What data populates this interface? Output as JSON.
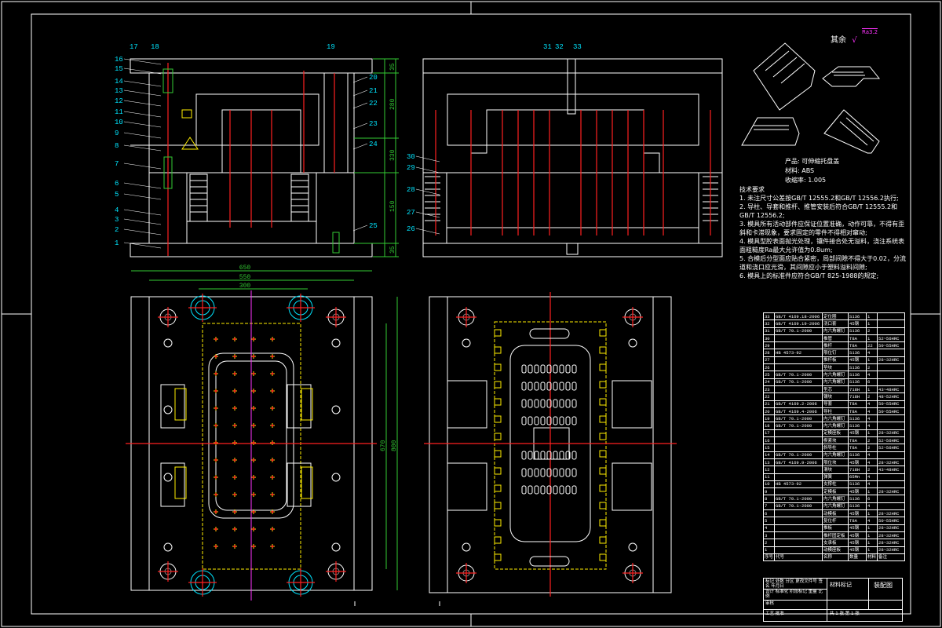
{
  "labels": {
    "left_section": [
      "17",
      "18",
      "19",
      "16",
      "15",
      "14",
      "13",
      "12",
      "11",
      "10",
      "9",
      "8",
      "7",
      "6",
      "5",
      "4",
      "3",
      "2",
      "1",
      "20",
      "21",
      "22",
      "23",
      "24",
      "25"
    ],
    "right_section": [
      "31",
      "32",
      "33",
      "30",
      "29",
      "28",
      "27",
      "26"
    ]
  },
  "dimensions": {
    "section_right": [
      "35",
      "280",
      "330",
      "150",
      "35"
    ],
    "plan_top": [
      "650",
      "550",
      "300"
    ],
    "plan_side": [
      "670",
      "800"
    ]
  },
  "roughness": {
    "label": "其余",
    "value": "Ra3.2"
  },
  "product": {
    "name": "产品: 可伸缩托盘盖",
    "material": "材料: ABS",
    "shrinkage": "收缩率: 1.005"
  },
  "notes": {
    "title": "技术要求",
    "items": [
      "1. 未注尺寸公差按GB/T 12555.2和GB/T 12556.2执行;",
      "2. 导柱、导套和推杆、推管安装后符合GB/T 12555.2和GB/T 12556.2;",
      "3. 模具所有活动部件应保证位置准确，动作可靠，不得有歪斜和卡滞现象，要求固定的零件不得相对窜动;",
      "4. 模具型腔表面抛光处理，镶件接合处无溢料，浇注系统表面粗糙度Ra最大允许值为0.8um;",
      "5. 合模后分型面应贴合紧密，局部间隙不得大于0.02，分流道和浇口应光滑，其间隙应小于塑料溢料间隙;",
      "6. 模具上的标准件应符合GB/T 825-1988的规定;"
    ]
  },
  "parts_list": {
    "rows": [
      [
        "33",
        "GB/T 4169.18-2006",
        "定位圈",
        "S136",
        "1",
        ""
      ],
      [
        "32",
        "GB/T 4169.19-2006",
        "浇口套",
        "45钢",
        "1",
        ""
      ],
      [
        "31",
        "GB/T 70.1-2000",
        "内六角螺钉",
        "S136",
        "2",
        ""
      ],
      [
        "30",
        "",
        "推管",
        "T8A",
        "1",
        "52~56HRC"
      ],
      [
        "29",
        "",
        "推杆",
        "T8A",
        "22",
        "50~55HRC"
      ],
      [
        "28",
        "HB 4573-92",
        "限位钉",
        "S136",
        "4",
        ""
      ],
      [
        "27",
        "",
        "推杆板",
        "45钢",
        "1",
        "28~32HRC"
      ],
      [
        "26",
        "",
        "垫块",
        "S136",
        "2",
        ""
      ],
      [
        "25",
        "GB/T 70.1-2000",
        "内六角螺钉",
        "S136",
        "4",
        ""
      ],
      [
        "24",
        "GB/T 70.1-2000",
        "内六角螺钉",
        "S136",
        "6",
        ""
      ],
      [
        "23",
        "",
        "型芯",
        "718H",
        "1",
        "43~48HRC"
      ],
      [
        "22",
        "",
        "镶块",
        "718H",
        "2",
        "48~52HRC"
      ],
      [
        "21",
        "GB/T 4169.2-2006",
        "导套",
        "T8A",
        "4",
        "50~55HRC"
      ],
      [
        "20",
        "GB/T 4169.4-2006",
        "导柱",
        "T8A",
        "4",
        "50~55HRC"
      ],
      [
        "19",
        "GB/T 70.1-2000",
        "内六角螺钉",
        "S136",
        "4",
        ""
      ],
      [
        "18",
        "GB/T 70.1-2000",
        "内六角螺钉",
        "S136",
        "4",
        ""
      ],
      [
        "17",
        "",
        "定模座板",
        "45钢",
        "1",
        "28~32HRC"
      ],
      [
        "16",
        "",
        "楔紧块",
        "T8A",
        "2",
        "52~56HRC"
      ],
      [
        "15",
        "",
        "斜导柱",
        "T8A",
        "2",
        "52~56HRC"
      ],
      [
        "14",
        "GB/T 70.1-2000",
        "内六角螺钉",
        "S136",
        "4",
        ""
      ],
      [
        "13",
        "GB/T 4169.9-2006",
        "限位块",
        "45钢",
        "4",
        "28~32HRC"
      ],
      [
        "12",
        "",
        "滑块",
        "718H",
        "2",
        "43~48HRC"
      ],
      [
        "11",
        "",
        "弹簧",
        "65Mn",
        "4",
        ""
      ],
      [
        "10",
        "HB 4573-92",
        "支撑柱",
        "S136",
        "4",
        ""
      ],
      [
        "9",
        "",
        "定模板",
        "45钢",
        "1",
        "28~32HRC"
      ],
      [
        "8",
        "GB/T 70.1-2000",
        "内六角螺钉",
        "S136",
        "6",
        ""
      ],
      [
        "7",
        "GB/T 70.1-2000",
        "内六角螺钉",
        "S136",
        "4",
        ""
      ],
      [
        "6",
        "",
        "动模板",
        "45钢",
        "1",
        "28~32HRC"
      ],
      [
        "5",
        "",
        "复位杆",
        "T8A",
        "4",
        "50~55HRC"
      ],
      [
        "4",
        "",
        "推板",
        "45钢",
        "1",
        "28~32HRC"
      ],
      [
        "3",
        "",
        "推杆固定板",
        "45钢",
        "1",
        "28~32HRC"
      ],
      [
        "2",
        "",
        "支承板",
        "45钢",
        "1",
        "28~32HRC"
      ],
      [
        "1",
        "",
        "动模座板",
        "45钢",
        "1",
        "28~32HRC"
      ],
      [
        "序号",
        "代号",
        "名称",
        "数量",
        "材料",
        "备注"
      ]
    ]
  },
  "title_block": {
    "marks_header": "标记 处数 分区 更改文件号 签名 年月日",
    "design_row": "设计 标准化 阶段标记 重量 比例",
    "review": "审核",
    "approve": "工艺 批准",
    "material_mark": "材料标记",
    "drawing_name": "装配图",
    "sheet": "共 1 张  第 1 张"
  },
  "colors": {
    "background": "#000000",
    "outline": "#ffffff",
    "centerline": "#ff2020",
    "dimension": "#33cc33",
    "label": "#00e5ff",
    "pin": "#ffee00",
    "accent": "#ff33ff"
  }
}
